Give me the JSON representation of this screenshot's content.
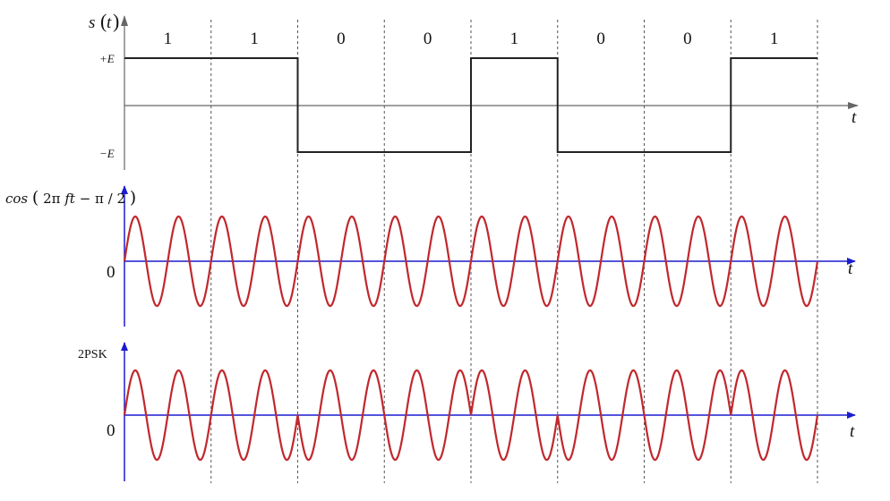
{
  "panel1": {
    "ylabel_s": "s",
    "ylabel_paren_open": "(",
    "ylabel_t": "t",
    "ylabel_paren_close": ")",
    "plus_label": "+E",
    "minus_label": "−E",
    "t_label": "t",
    "bits": [
      "1",
      "1",
      "0",
      "0",
      "1",
      "0",
      "0",
      "1"
    ]
  },
  "panel2": {
    "ylabel_cos": "cos",
    "ylabel_open": "(",
    "ylabel_2pi": "2π",
    "ylabel_ft": "ft",
    "ylabel_minus": " − π / 2",
    "ylabel_close": ")",
    "zero_label": "0",
    "t_label": "t"
  },
  "panel3": {
    "ylabel": "2PSK",
    "zero_label": "0",
    "t_label": "t"
  },
  "colors": {
    "wave": "#c0282d",
    "axis_blue": "#1c1ccf",
    "dashed": "#555555",
    "signal": "#222222"
  },
  "chart_data": {
    "type": "line",
    "bits": [
      1,
      1,
      0,
      0,
      1,
      0,
      0,
      1
    ],
    "signal_levels": [
      "+E",
      "+E",
      "−E",
      "−E",
      "+E",
      "−E",
      "−E",
      "+E"
    ],
    "carrier_cycles_per_bit": 2,
    "carrier_phase": "cos(2πft − π/2)",
    "psk_phase_per_bit": [
      0,
      0,
      180,
      180,
      0,
      180,
      180,
      0
    ]
  }
}
